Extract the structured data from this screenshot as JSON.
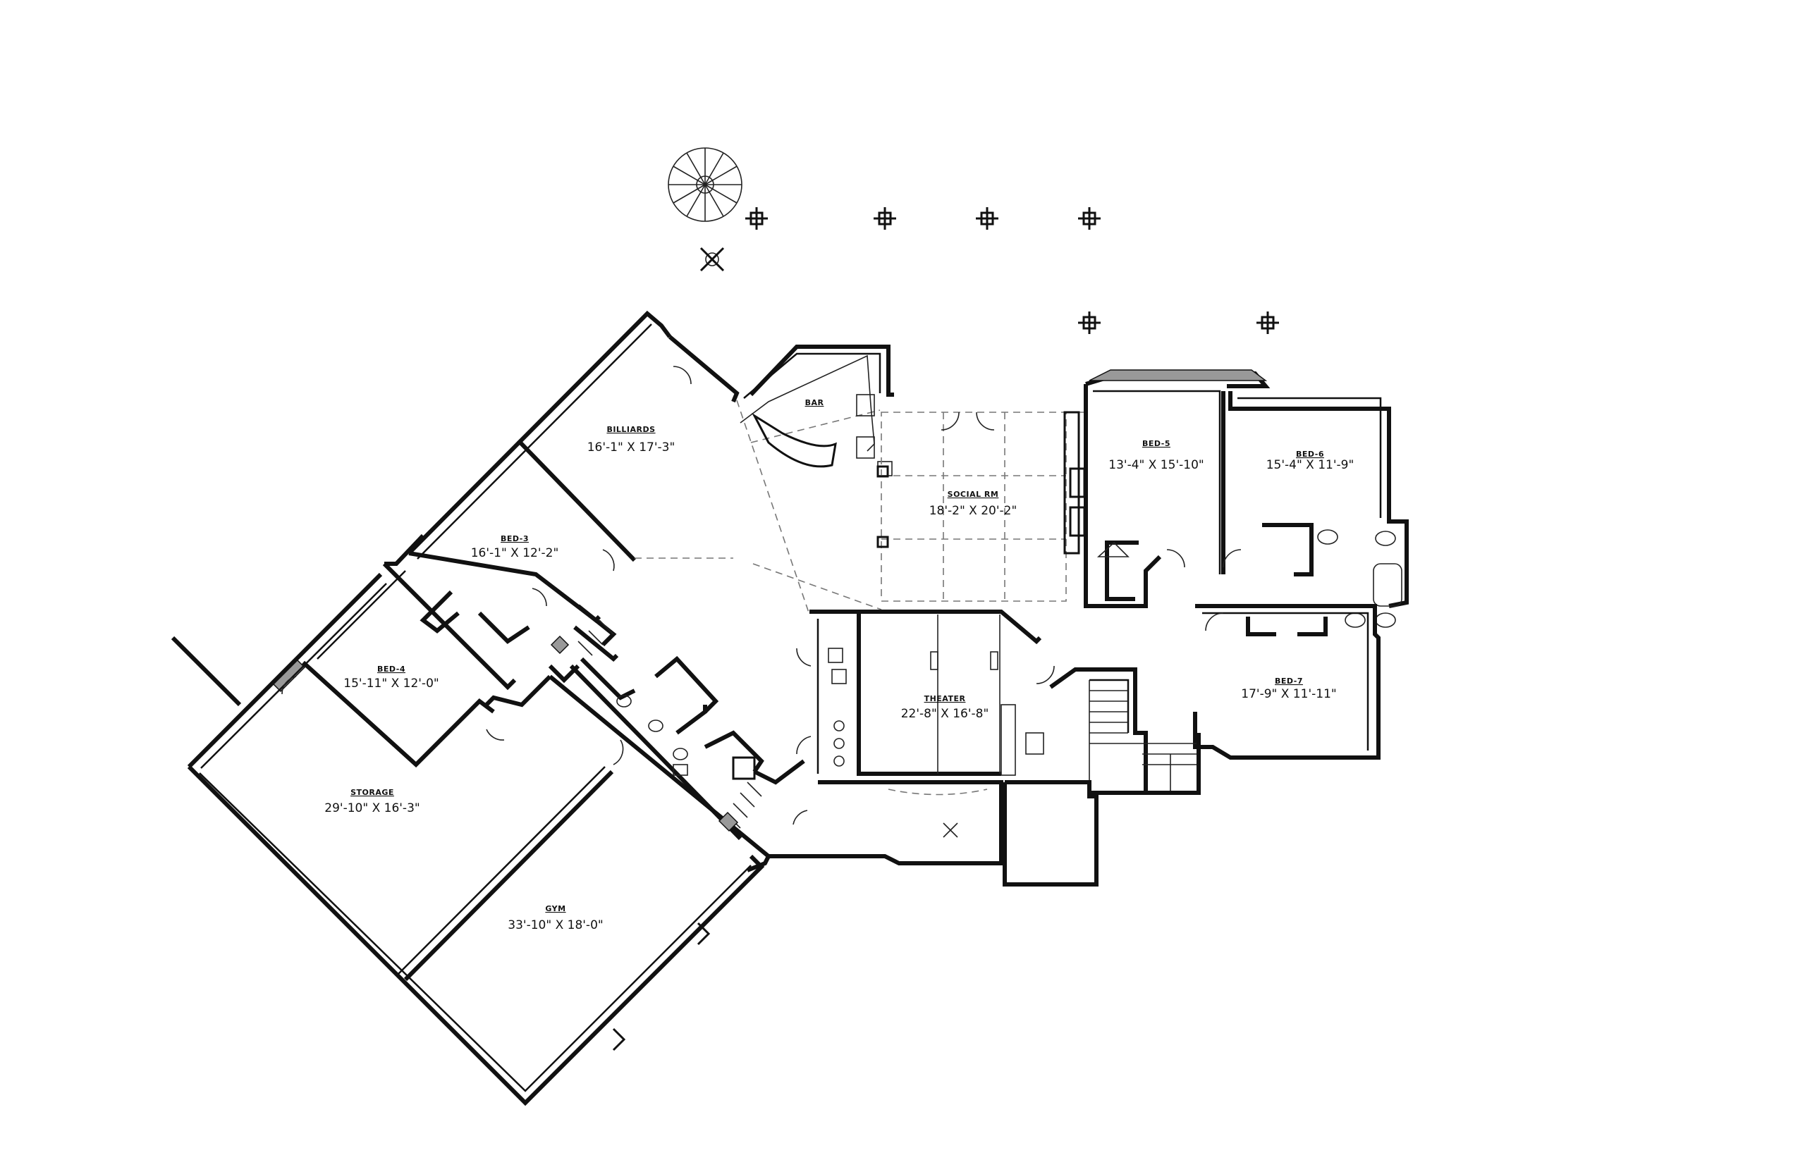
{
  "rooms": {
    "billiards": {
      "name": "BILLIARDS",
      "dims": "16'-1\" X 17'-3\""
    },
    "bar": {
      "name": "BAR",
      "dims": ""
    },
    "social": {
      "name": "SOCIAL RM",
      "dims": "18'-2\" X 20'-2\""
    },
    "bed5": {
      "name": "BED-5",
      "dims": "13'-4\" X 15'-10\""
    },
    "bed6": {
      "name": "BED-6",
      "dims": "15'-4\" X 11'-9\""
    },
    "bed3": {
      "name": "BED-3",
      "dims": "16'-1\" X 12'-2\""
    },
    "bed4": {
      "name": "BED-4",
      "dims": "15'-11\" X 12'-0\""
    },
    "theater": {
      "name": "THEATER",
      "dims": "22'-8\" X 16'-8\""
    },
    "bed7": {
      "name": "BED-7",
      "dims": "17'-9\" X 11'-11\""
    },
    "storage": {
      "name": "STORAGE",
      "dims": "29'-10\" X 16'-3\""
    },
    "gym": {
      "name": "GYM",
      "dims": "33'-10\" X 18'-0\""
    }
  },
  "symbols": {
    "column": "column-icon",
    "spiral_stair": "spiral-stair-icon",
    "light_fixture": "light-fixture-icon"
  },
  "colors": {
    "line": "#111111",
    "hatch": "#999999",
    "background": "#ffffff"
  }
}
